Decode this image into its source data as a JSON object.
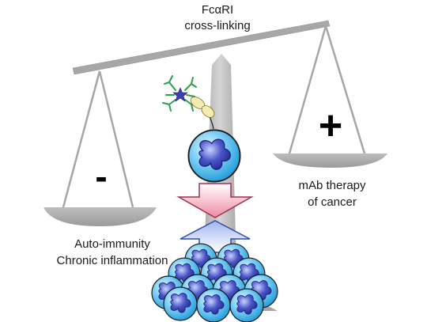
{
  "diagram": {
    "top_label": {
      "line1": "FcαRI",
      "line2": "cross-linking"
    },
    "left_pan": {
      "symbol": "-",
      "label_line1": "Auto-immunity",
      "label_line2": "Chronic inflammation"
    },
    "right_pan": {
      "symbol": "+",
      "label_line1": "mAb therapy",
      "label_line2": "of cancer"
    },
    "colors": {
      "scale": "#a6a6a6",
      "cell_fill": "#3fb8f0",
      "nucleus": "#3b3fb0",
      "antibody": "#2ea04a",
      "antigen": "#3b3fb0",
      "receptor": "#f1e7a0",
      "arrow_down": "#f0a0b0",
      "arrow_up": "#b8c8f0"
    },
    "icons": [
      "balance-scale",
      "antibody-complex",
      "neutrophil-cell",
      "down-arrow",
      "up-arrow",
      "cell-cluster"
    ]
  }
}
